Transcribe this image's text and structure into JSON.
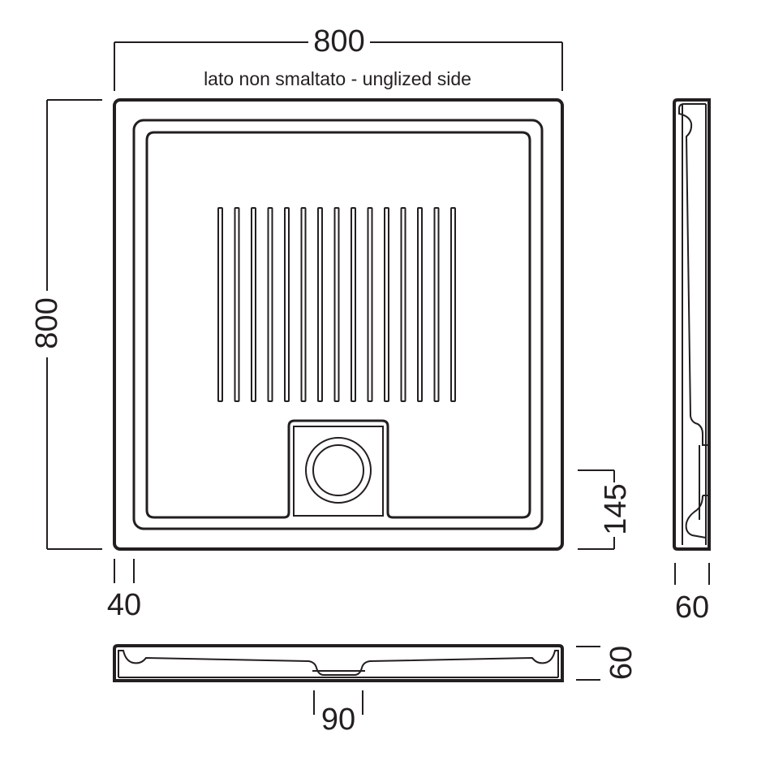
{
  "plan_view": {
    "width_label": "800",
    "height_label": "800",
    "note": "lato non smaltato - unglized side",
    "rim_label": "40",
    "drain_offset_label": "145",
    "groove_count": 15
  },
  "side_view": {
    "depth_label": "60"
  },
  "front_view": {
    "depth_label": "60",
    "drain_width_label": "90"
  },
  "colors": {
    "line": "#231f20",
    "background": "#ffffff"
  }
}
